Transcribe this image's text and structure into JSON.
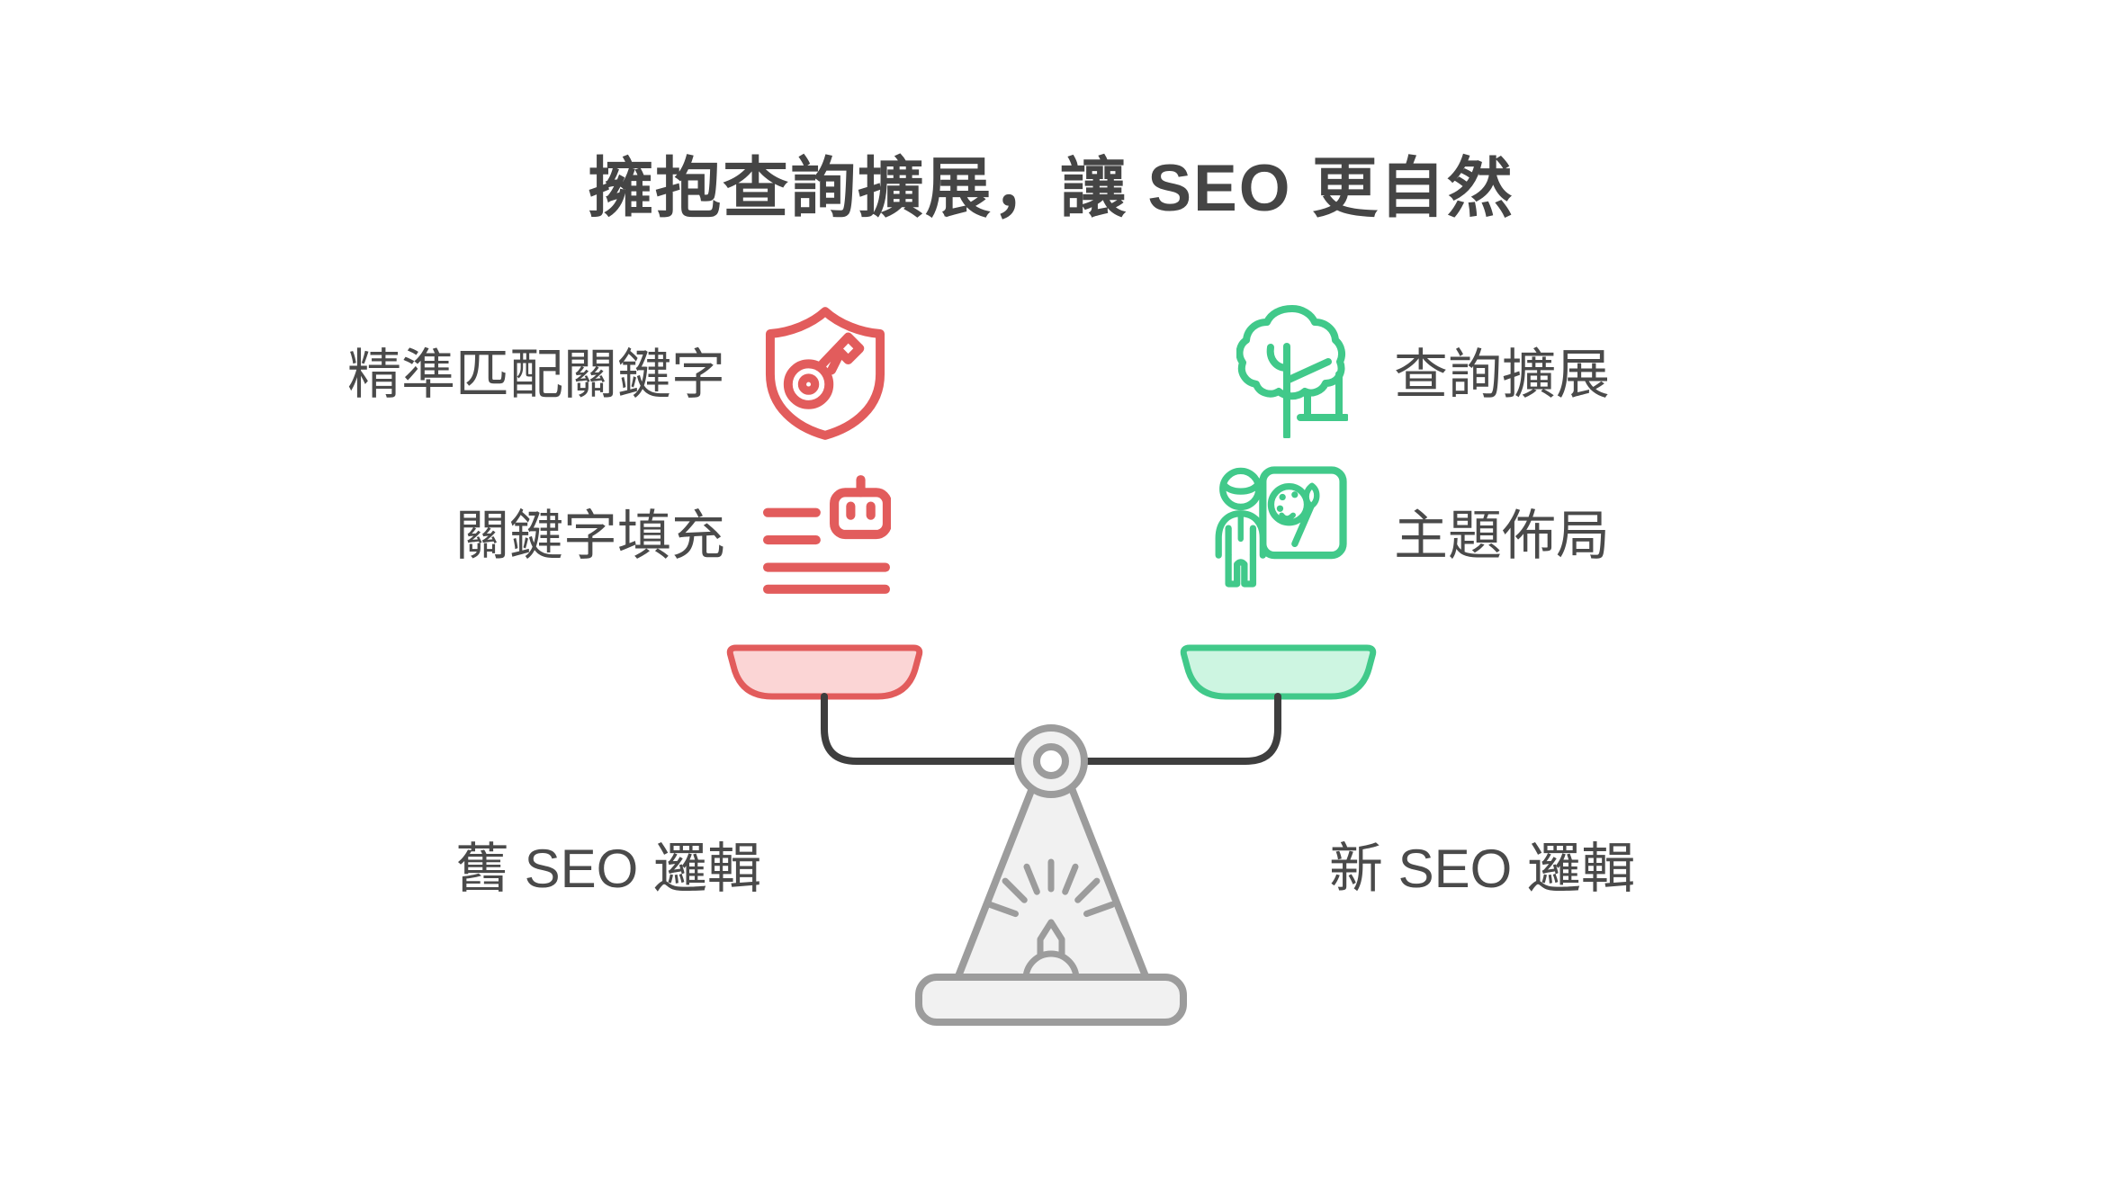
{
  "title": "擁抱查詢擴展，讓 SEO 更自然",
  "left": {
    "label": "舊 SEO 邏輯",
    "items": [
      {
        "text": "精準匹配關鍵字",
        "icon": "shield-key-icon"
      },
      {
        "text": "關鍵字填充",
        "icon": "robot-text-lines-icon"
      }
    ]
  },
  "right": {
    "label": "新 SEO 邏輯",
    "items": [
      {
        "text": "查詢擴展",
        "icon": "tree-icon"
      },
      {
        "text": "主題佈局",
        "icon": "person-palette-icon"
      }
    ]
  },
  "colors": {
    "red_stroke": "#E25C5C",
    "red_fill": "#FBD5D5",
    "green_stroke": "#41C98A",
    "green_fill": "#CDF5E1",
    "beam": "#3E3E3E",
    "stand_stroke": "#9C9C9C",
    "stand_fill": "#F1F1F1",
    "text": "#4A4A4A"
  }
}
